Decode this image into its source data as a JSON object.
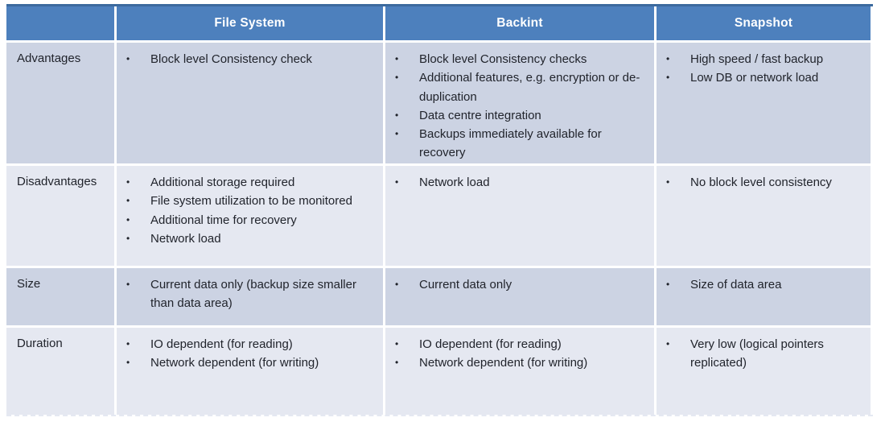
{
  "table": {
    "columns": [
      {
        "label": ""
      },
      {
        "label": "File System"
      },
      {
        "label": "Backint"
      },
      {
        "label": "Snapshot"
      }
    ],
    "rows": [
      {
        "label": "Advantages",
        "file_system": [
          "Block level Consistency check"
        ],
        "backint": [
          "Block level Consistency checks",
          "Additional features, e.g. encryption or de-duplication",
          "Data centre integration",
          "Backups immediately available for recovery"
        ],
        "snapshot": [
          "High speed / fast backup",
          "Low DB or network load"
        ]
      },
      {
        "label": "Disadvantages",
        "file_system": [
          "Additional storage required",
          "File system utilization to be monitored",
          "Additional time for recovery",
          "Network load"
        ],
        "backint": [
          "Network load"
        ],
        "snapshot": [
          "No block level consistency"
        ]
      },
      {
        "label": "Size",
        "file_system": [
          "Current data only (backup size smaller than data area)"
        ],
        "backint": [
          "Current data only"
        ],
        "snapshot": [
          "Size of data area"
        ]
      },
      {
        "label": "Duration",
        "file_system": [
          "IO dependent (for reading)",
          "Network dependent (for writing)"
        ],
        "backint": [
          "IO dependent (for reading)",
          "Network dependent (for writing)"
        ],
        "snapshot": [
          "Very low (logical pointers replicated)"
        ]
      }
    ],
    "bullet_glyph": "•",
    "colors": {
      "header_bg": "#4d80bd",
      "header_top_border": "#3c6a9e",
      "header_text": "#ffffff",
      "band_dark": "#ccd3e3",
      "band_light": "#e5e8f1",
      "body_text": "#21242c"
    }
  }
}
